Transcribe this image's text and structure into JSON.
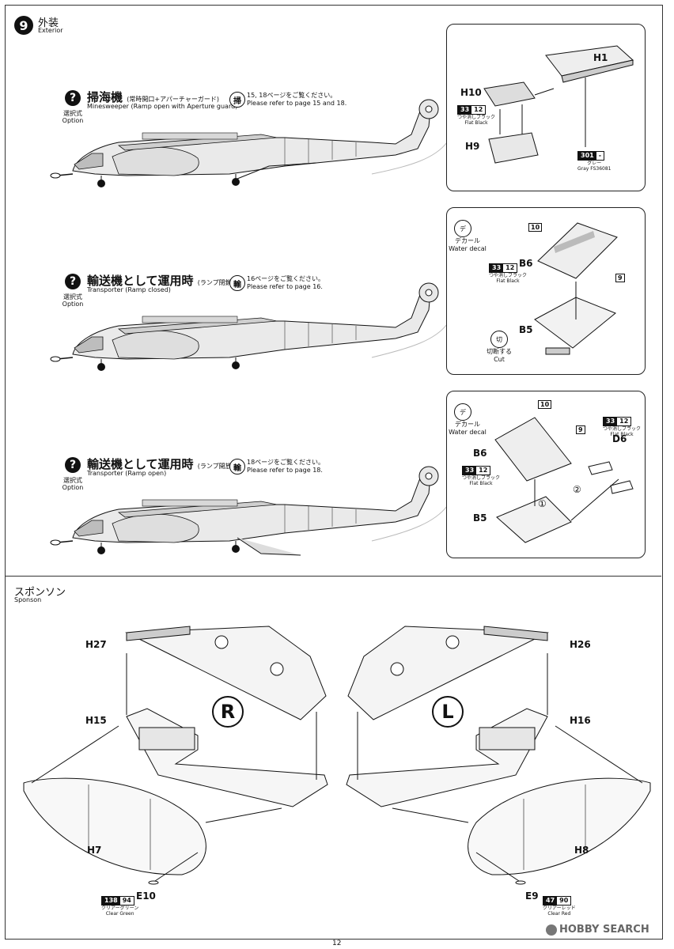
{
  "step": {
    "number": "9",
    "title_ja": "外装",
    "title_en": "Exterior"
  },
  "option_label": {
    "ja": "選択式",
    "en": "Option"
  },
  "variants": [
    {
      "title_ja": "掃海機",
      "note_ja": "(常時開口+アパーチャーガード)",
      "title_en": "Minesweeper (Ramp open with Aperture guard)",
      "ref_glyph": "掃",
      "ref_ja": "15, 18ページをご覧ください。",
      "ref_en": "Please refer to page 15 and 18."
    },
    {
      "title_ja": "輸送機として運用時",
      "note_ja": "(ランプ閉鎖)",
      "title_en": "Transporter (Ramp closed)",
      "ref_glyph": "輸",
      "ref_ja": "16ページをご覧ください。",
      "ref_en": "Please refer to page 16."
    },
    {
      "title_ja": "輸送機として運用時",
      "note_ja": "(ランプ開放)",
      "title_en": "Transporter (Ramp open)",
      "ref_glyph": "輸",
      "ref_ja": "18ページをご覧ください。",
      "ref_en": "Please refer to page 18."
    }
  ],
  "inset1": {
    "parts": {
      "h1": "H1",
      "h10": "H10",
      "h9": "H9"
    },
    "flat_black": {
      "code1": "33",
      "code2": "12",
      "ja": "つや消しブラック",
      "en": "Flat Black"
    },
    "gray": {
      "code1": "301",
      "code2": "-",
      "ja": "グレー",
      "en": "Gray FS36081"
    }
  },
  "inset2": {
    "decal_icon": "デ",
    "decal_ja": "デカール",
    "decal_en": "Water decal",
    "parts": {
      "b6": "B6",
      "b5": "B5"
    },
    "decal_nums": {
      "n10": "10",
      "n9": "9"
    },
    "flat_black": {
      "code1": "33",
      "code2": "12",
      "ja": "つや消しブラック",
      "en": "Flat Black"
    },
    "cut_icon": "切",
    "cut_ja": "切断する",
    "cut_en": "Cut"
  },
  "inset3": {
    "decal_icon": "デ",
    "decal_ja": "デカール",
    "decal_en": "Water decal",
    "parts": {
      "b6": "B6",
      "b5": "B5",
      "d6": "D6"
    },
    "decal_nums": {
      "n10": "10",
      "n9": "9"
    },
    "flat_black_1": {
      "code1": "33",
      "code2": "12",
      "ja": "つや消しブラック",
      "en": "Flat Black"
    },
    "flat_black_2": {
      "code1": "33",
      "code2": "12",
      "ja": "つや消しブラック",
      "en": "Flat Black"
    },
    "steps": {
      "s1": "①",
      "s2": "②"
    }
  },
  "sponson": {
    "title_ja": "スポンソン",
    "title_en": "Sponson",
    "right": {
      "letter": "R",
      "parts": {
        "top": "H27",
        "mid": "H15",
        "body": "H7",
        "lens": "E10"
      },
      "color": {
        "code1": "138",
        "code2": "94",
        "ja": "クリアーグリーン",
        "en": "Clear Green"
      }
    },
    "left": {
      "letter": "L",
      "parts": {
        "top": "H26",
        "mid": "H16",
        "body": "H8",
        "lens": "E9"
      },
      "color": {
        "code1": "47",
        "code2": "90",
        "ja": "クリアーレッド",
        "en": "Clear Red"
      }
    }
  },
  "page_number": "12",
  "watermark": "HOBBY SEARCH"
}
